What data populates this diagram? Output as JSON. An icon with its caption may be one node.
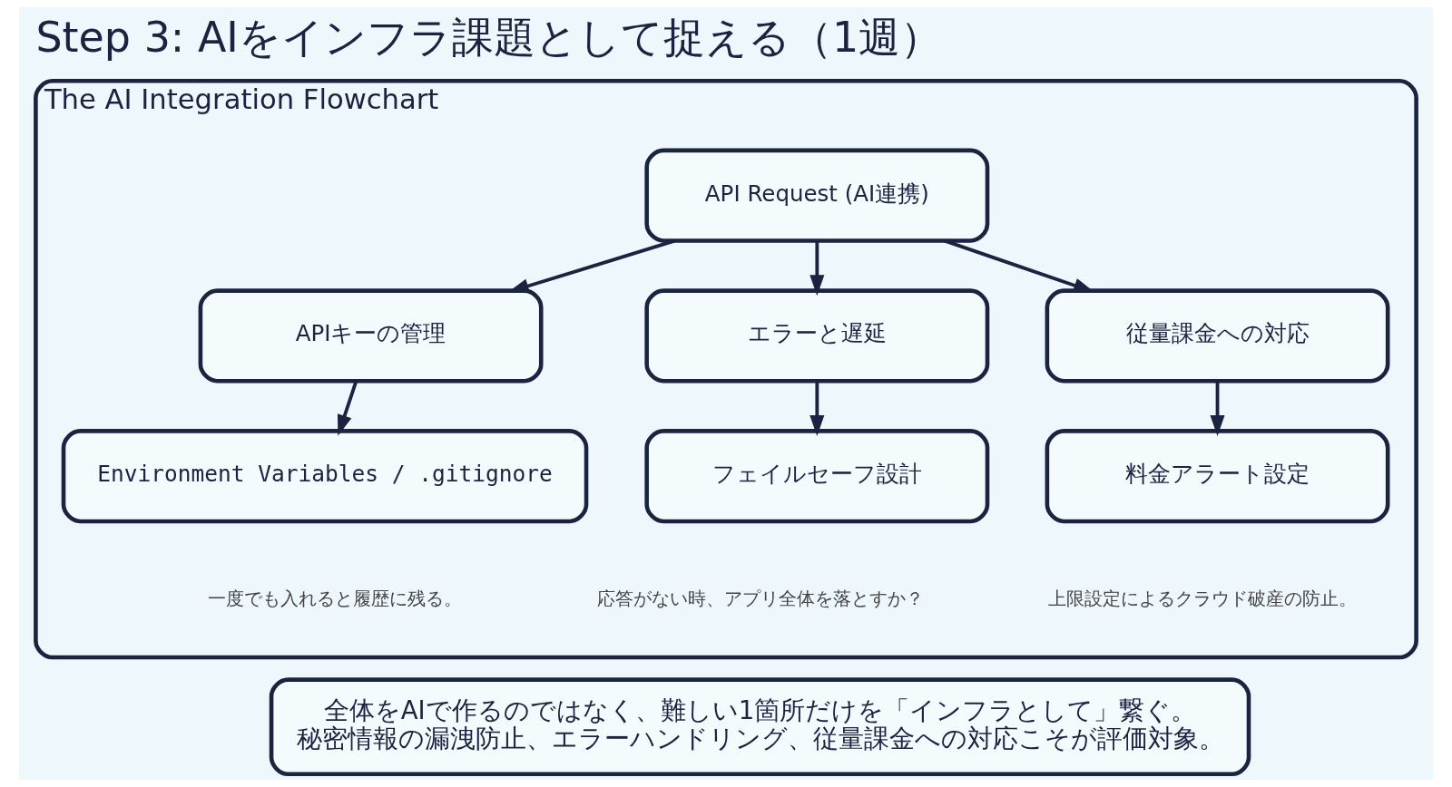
{
  "diagram": {
    "title": "Step 3: AIをインフラ課題として捉える（1週）",
    "nodes": [
      {
        "text": [
          "The AI Integration Flowchart"
        ]
      },
      {
        "text": [
          "API Request (AI連携)"
        ],
        "in": 0
      },
      {
        "text": [
          "APIキーの管理"
        ],
        "in": 0
      },
      {
        "text": [
          "エラーと遅延"
        ],
        "in": 0
      },
      {
        "text": [
          "従量課金への対応"
        ],
        "in": 0
      },
      {
        "text": [
          "Environment Variables / .gitignore"
        ],
        "in": 0,
        "beside": [
          "一度でも入れると履歴に残る。"
        ]
      },
      {
        "text": [
          "フェイルセーフ設計"
        ],
        "in": 0,
        "beside": [
          "応答がない時、アプリ全体を落とすか？"
        ]
      },
      {
        "text": [
          "料金アラート設定"
        ],
        "in": 0,
        "beside": [
          "上限設定によるクラウド破産の防止。"
        ]
      },
      {
        "text": [
          "全体をAIで作るのではなく、難しい1箇所だけを「インフラとして」繋ぐ。秘密情報の漏洩防止、エラーハンドリング、従量課金への対応こそが評価対象。"
        ]
      }
    ],
    "edges": [
      {
        "from": 1,
        "to": 2,
        "arrow": "to"
      },
      {
        "from": 1,
        "to": 3,
        "arrow": "to"
      },
      {
        "from": 1,
        "to": 4,
        "arrow": "to"
      },
      {
        "from": 2,
        "to": 5,
        "arrow": "to"
      },
      {
        "from": 3,
        "to": 6,
        "arrow": "to"
      },
      {
        "from": 4,
        "to": 7,
        "arrow": "to"
      }
    ]
  }
}
